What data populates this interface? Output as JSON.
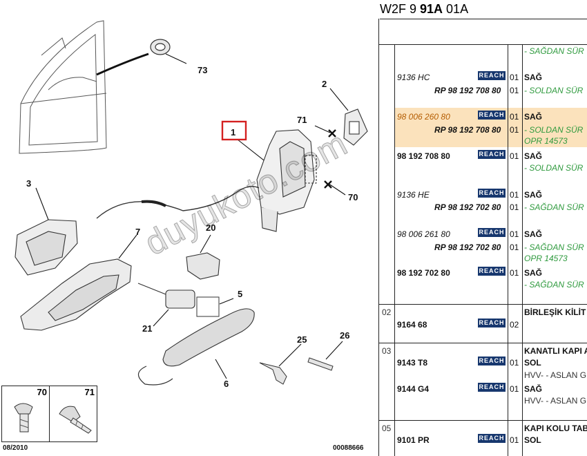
{
  "diagram": {
    "callouts": [
      "73",
      "2",
      "71",
      "1",
      "3",
      "70",
      "7",
      "20",
      "5",
      "21",
      "25",
      "26",
      "6"
    ],
    "screw_box": [
      "70",
      "71"
    ],
    "date_code": "08/2010",
    "drawing_number": "00088666",
    "watermark": "duyukoto.com"
  },
  "table": {
    "header": {
      "part1": "W2F 9 ",
      "part2": "91A",
      "part3": " 01A"
    },
    "badge": "REACH",
    "groups": [
      {
        "num": "",
        "rows": [
          {
            "ref": "",
            "qty": "",
            "desc": "",
            "note": "- SAĞDAN SÜR"
          },
          {
            "ref": "9136 HC",
            "qty": "01",
            "desc": "SAĞ",
            "note": "",
            "badge": true
          },
          {
            "ref": "RP 98 192 708 80",
            "qty": "01",
            "desc": "",
            "note": "- SOLDAN SÜR"
          },
          {
            "ref": "98 006 260 80",
            "qty": "01",
            "desc": "SAĞ",
            "note": "",
            "badge": true
          },
          {
            "ref": "RP 98 192 708 80",
            "qty": "01",
            "desc": "",
            "note": "- SOLDAN SÜR"
          },
          {
            "ref": "",
            "qty": "",
            "desc": "",
            "note": "OPR 14573"
          },
          {
            "ref": "98 192 708 80",
            "qty": "01",
            "desc": "SAĞ",
            "note": "",
            "badge": true
          },
          {
            "ref": "",
            "qty": "",
            "desc": "",
            "note": "- SOLDAN SÜR"
          },
          {
            "ref": "9136 HE",
            "qty": "01",
            "desc": "SAĞ",
            "note": "",
            "badge": true
          },
          {
            "ref": "RP 98 192 702 80",
            "qty": "01",
            "desc": "",
            "note": "- SAĞDAN SÜR"
          },
          {
            "ref": "98 006 261 80",
            "qty": "01",
            "desc": "SAĞ",
            "note": "",
            "badge": true
          },
          {
            "ref": "RP 98 192 702 80",
            "qty": "01",
            "desc": "",
            "note": "- SAĞDAN SÜR"
          },
          {
            "ref": "",
            "qty": "",
            "desc": "",
            "note": "OPR 14573"
          },
          {
            "ref": "98 192 702 80",
            "qty": "01",
            "desc": "SAĞ",
            "note": "",
            "badge": true
          },
          {
            "ref": "",
            "qty": "",
            "desc": "",
            "note": "- SAĞDAN SÜR"
          }
        ]
      },
      {
        "num": "02",
        "rows": [
          {
            "ref": "",
            "qty": "",
            "desc": "BİRLEŞİK KİLİT",
            "note": ""
          },
          {
            "ref": "9164 68",
            "qty": "02",
            "desc": "",
            "note": "",
            "badge": true
          }
        ]
      },
      {
        "num": "03",
        "rows": [
          {
            "ref": "",
            "qty": "",
            "desc": "KANATLI KAPI A",
            "note": ""
          },
          {
            "ref": "9143 T8",
            "qty": "01",
            "desc": "SOL",
            "note": "",
            "badge": true
          },
          {
            "ref": "",
            "qty": "",
            "desc": "HVV- - ASLAN G",
            "note": ""
          },
          {
            "ref": "9144 G4",
            "qty": "01",
            "desc": "SAĞ",
            "note": "",
            "badge": true
          },
          {
            "ref": "",
            "qty": "",
            "desc": "HVV- - ASLAN G",
            "note": ""
          }
        ]
      },
      {
        "num": "05",
        "rows": [
          {
            "ref": "",
            "qty": "",
            "desc": "KAPI KOLU TAB",
            "note": ""
          },
          {
            "ref": "9101 PR",
            "qty": "01",
            "desc": "SOL",
            "note": "",
            "badge": true
          }
        ]
      }
    ]
  },
  "colors": {
    "reach_badge": "#17376e",
    "note_green": "#2f9a3e",
    "highlight": "#fbe2bc",
    "callout_box": "#d42020"
  }
}
